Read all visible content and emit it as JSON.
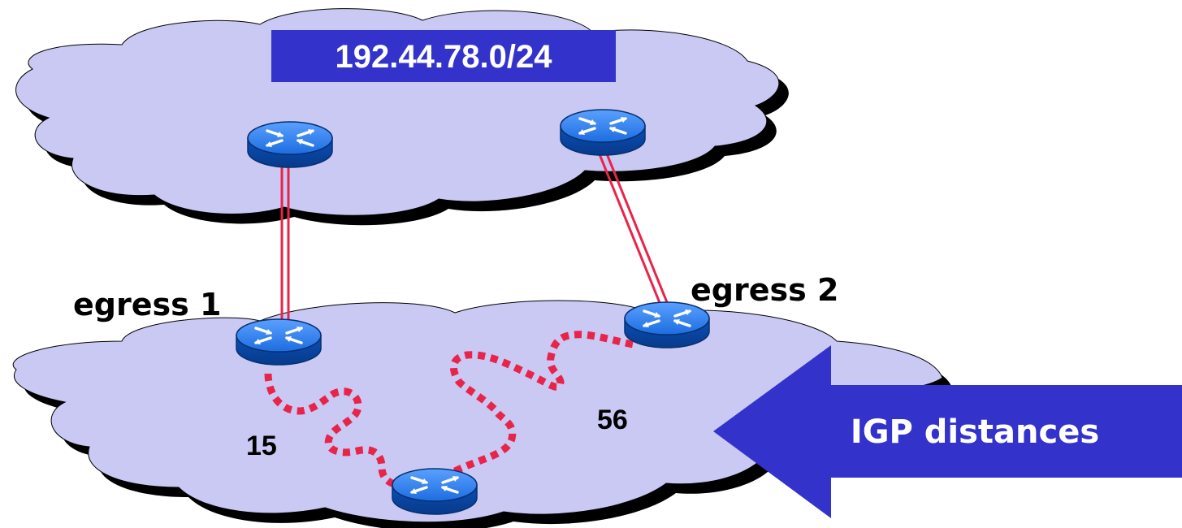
{
  "prefix": {
    "label": "192.44.78.0/24"
  },
  "egress1": {
    "label": "egress 1"
  },
  "egress2": {
    "label": "egress 2"
  },
  "distances": {
    "to_egress1": "15",
    "to_egress2": "56"
  },
  "arrow": {
    "label": "IGP distances"
  },
  "colors": {
    "cloud_fill": "#c9c9f4",
    "cloud_shadow": "#000000",
    "banner": "#3333cc",
    "link": "#e8244a",
    "path": "#e8244a",
    "router": "#1a6fe0"
  },
  "icons": [
    "router-icon"
  ]
}
